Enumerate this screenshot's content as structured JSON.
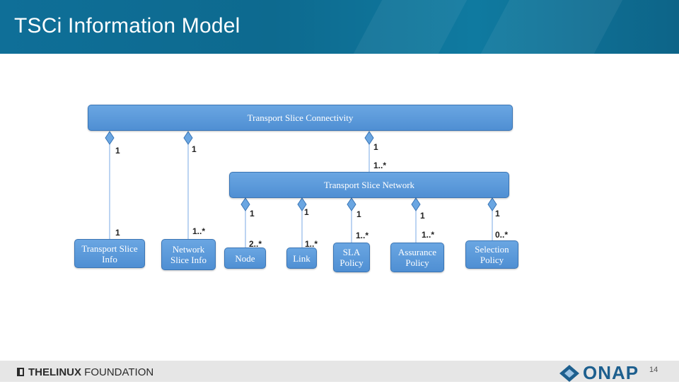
{
  "header": {
    "title": "TSCi Information Model"
  },
  "diagram": {
    "connectivity": "Transport Slice Connectivity",
    "network": "Transport Slice Network",
    "boxes": {
      "transport_slice_info": "Transport Slice\nInfo",
      "network_slice_info": "Network\nSlice Info",
      "node": "Node",
      "link": "Link",
      "sla_policy": "SLA\nPolicy",
      "assurance_policy": "Assurance\nPolicy",
      "selection_policy": "Selection\nPolicy"
    },
    "multiplicities": {
      "conn_tsi_top": "1",
      "conn_nsi_top": "1",
      "conn_net_top": "1",
      "conn_net_bottom": "1..*",
      "tsi_bottom": "1",
      "nsi_bottom": "1..*",
      "node_top": "1",
      "node_bottom": "2..*",
      "link_top": "1",
      "link_bottom": "1..*",
      "sla_top": "1",
      "sla_bottom": "1..*",
      "assurance_top": "1",
      "assurance_bottom": "1..*",
      "selection_top": "1",
      "selection_bottom": "0..*"
    }
  },
  "footer": {
    "linux_foundation_the": "THE",
    "linux_foundation_linux": "LINUX",
    "linux_foundation_foundation": " FOUNDATION",
    "onap_logo": "ONAP",
    "page_number": "14"
  },
  "colors": {
    "header_bg": "#0f6f98",
    "box_fill": "#5a97d8",
    "box_border": "#3a75b5",
    "link_line": "#8fb8e8"
  }
}
